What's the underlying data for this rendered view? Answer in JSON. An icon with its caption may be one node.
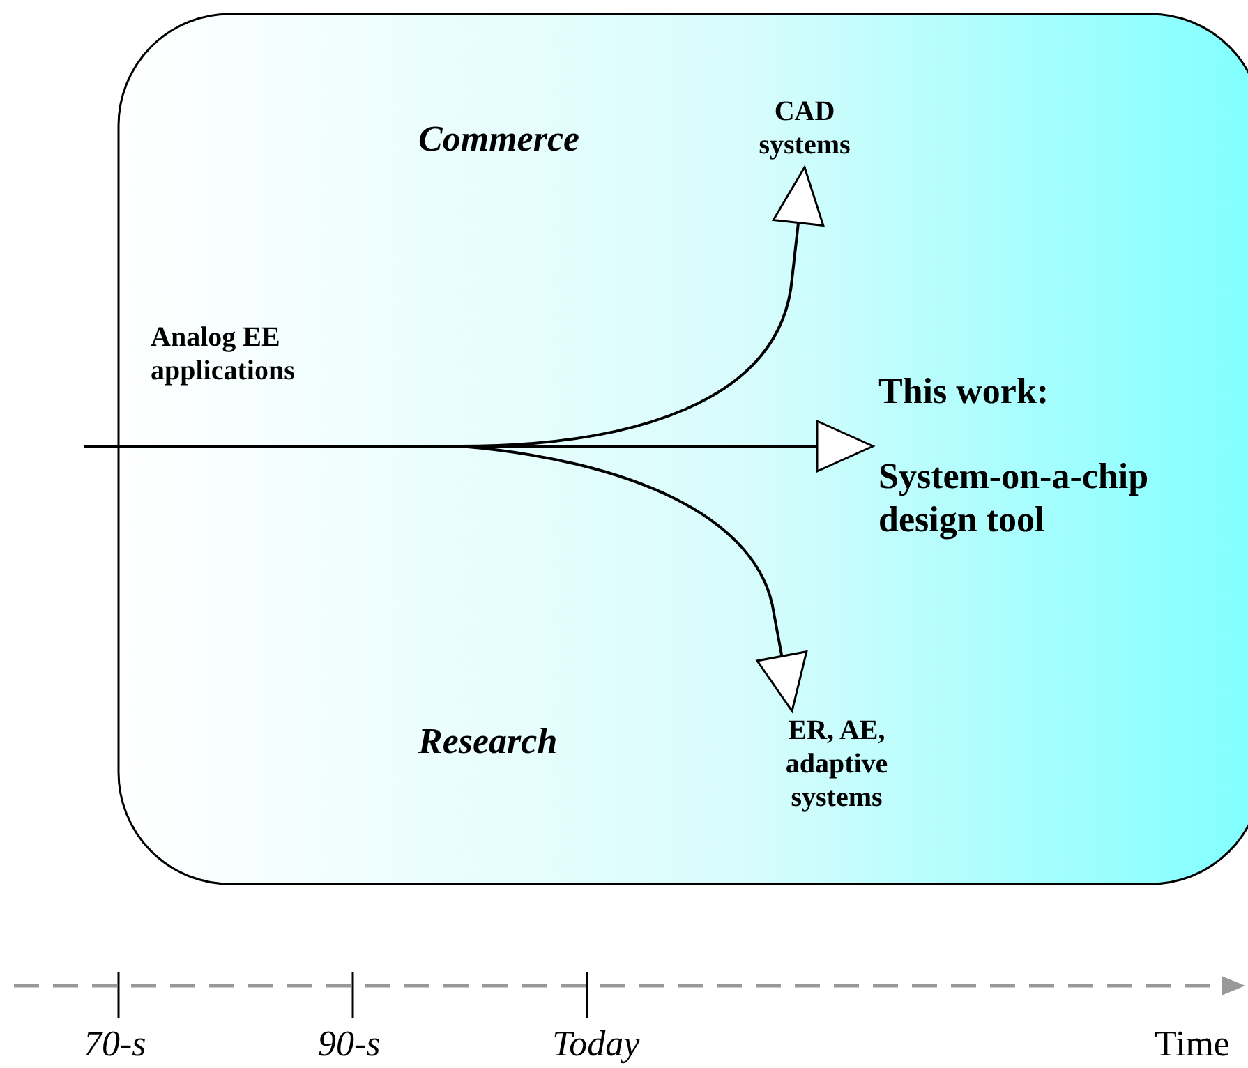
{
  "diagram": {
    "nodes": [
      {
        "text": [
          "CAD systems"
        ]
      },
      {
        "text": [
          "This work:",
          "System-on-a-chip design tool"
        ]
      },
      {
        "text": [
          "ER, AE, adaptive systems"
        ]
      }
    ],
    "edges": [
      {
        "from": null,
        "to": 0,
        "arrow": "to"
      },
      {
        "from": null,
        "to": 1,
        "arrow": "to"
      },
      {
        "from": null,
        "to": 2,
        "arrow": "to"
      }
    ],
    "labels": [
      "Commerce",
      "Analog EE applications",
      "Research",
      "70-s",
      "90-s",
      "Today",
      "Time"
    ]
  }
}
